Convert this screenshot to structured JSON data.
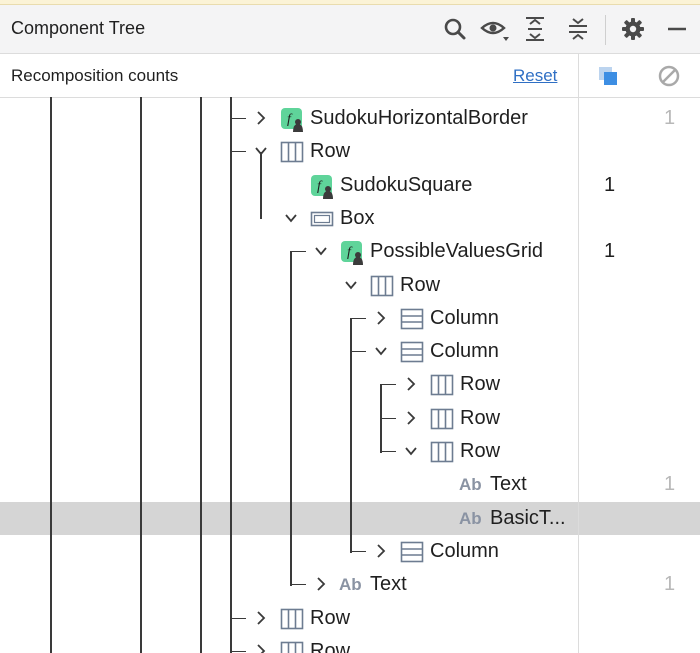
{
  "header": {
    "title": "Component Tree",
    "icons": [
      "search-icon",
      "eye-icon",
      "expand-all-icon",
      "collapse-all-icon",
      "gear-icon",
      "minimize-icon"
    ]
  },
  "subbar": {
    "title": "Recomposition counts",
    "reset_label": "Reset"
  },
  "colors": {
    "compose_icon": "#5fd49a",
    "layout_icon": "#6d7c91",
    "link": "#2f6fc4",
    "selected_row": "#d5d5d5"
  },
  "tree": {
    "rows": [
      {
        "label": "SudokuHorizontalBorder",
        "kind": "composable",
        "depth": 0,
        "expander": "collapsed",
        "count": "1",
        "count_dim": true
      },
      {
        "label": "Row",
        "kind": "row",
        "depth": 0,
        "expander": "expanded",
        "count": ""
      },
      {
        "label": "SudokuSquare",
        "kind": "composable",
        "depth": 1,
        "expander": "none",
        "count": "1",
        "count_dim": false
      },
      {
        "label": "Box",
        "kind": "box",
        "depth": 1,
        "expander": "expanded",
        "count": ""
      },
      {
        "label": "PossibleValuesGrid",
        "kind": "composable",
        "depth": 2,
        "expander": "expanded",
        "count": "1",
        "count_dim": false
      },
      {
        "label": "Row",
        "kind": "row",
        "depth": 3,
        "expander": "expanded",
        "count": ""
      },
      {
        "label": "Column",
        "kind": "column",
        "depth": 4,
        "expander": "collapsed",
        "count": ""
      },
      {
        "label": "Column",
        "kind": "column",
        "depth": 4,
        "expander": "expanded",
        "count": ""
      },
      {
        "label": "Row",
        "kind": "row",
        "depth": 5,
        "expander": "collapsed",
        "count": ""
      },
      {
        "label": "Row",
        "kind": "row",
        "depth": 5,
        "expander": "collapsed",
        "count": ""
      },
      {
        "label": "Row",
        "kind": "row",
        "depth": 5,
        "expander": "expanded",
        "count": ""
      },
      {
        "label": "Text",
        "kind": "text",
        "depth": 6,
        "expander": "none",
        "count": "1",
        "count_dim": true
      },
      {
        "label": "BasicT...",
        "kind": "text",
        "depth": 6,
        "expander": "none",
        "count": "",
        "selected": true
      },
      {
        "label": "Column",
        "kind": "column",
        "depth": 4,
        "expander": "collapsed",
        "count": ""
      },
      {
        "label": "Text",
        "kind": "text",
        "depth": 2,
        "expander": "collapsed",
        "count": "1",
        "count_dim": true
      },
      {
        "label": "Row",
        "kind": "row",
        "depth": 0,
        "expander": "collapsed",
        "count": ""
      },
      {
        "label": "Row",
        "kind": "row",
        "depth": 0,
        "expander": "collapsed",
        "count": ""
      }
    ]
  }
}
